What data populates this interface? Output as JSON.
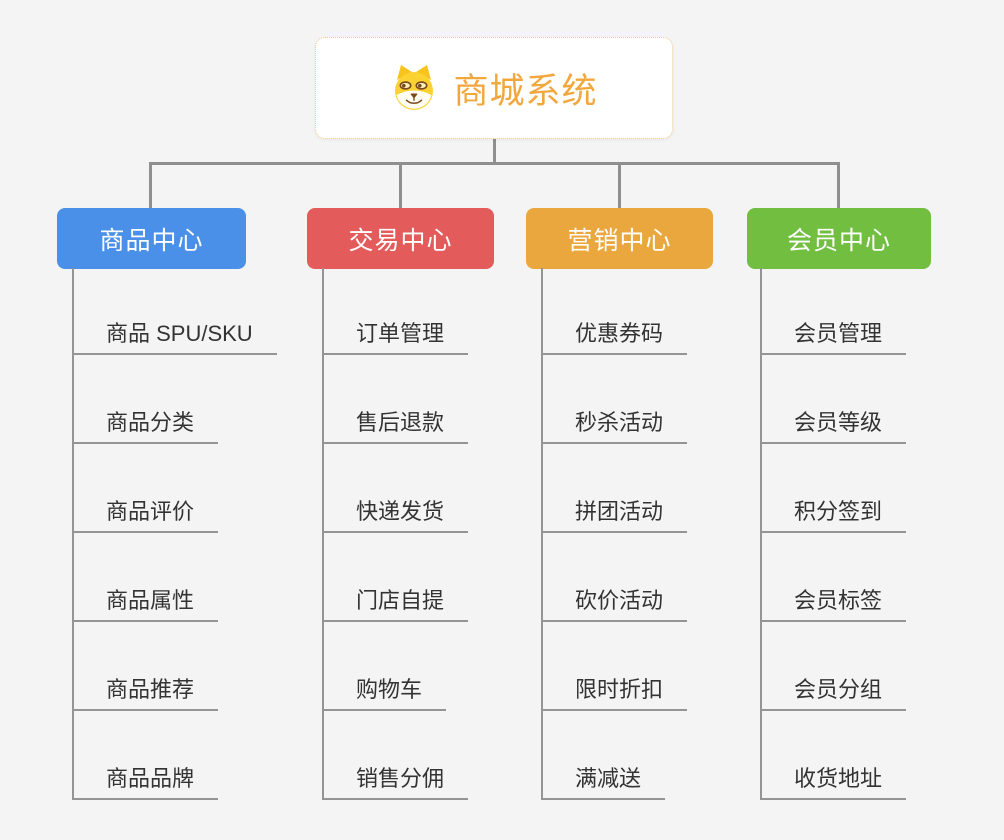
{
  "root": {
    "title": "商城系统",
    "icon": "doge-icon",
    "text_color": "#F2A73D",
    "border_color": "#F2C783"
  },
  "branches": [
    {
      "label": "商品中心",
      "color": "#4B90E8",
      "children": [
        "商品 SPU/SKU",
        "商品分类",
        "商品评价",
        "商品属性",
        "商品推荐",
        "商品品牌"
      ]
    },
    {
      "label": "交易中心",
      "color": "#E35B5B",
      "children": [
        "订单管理",
        "售后退款",
        "快递发货",
        "门店自提",
        "购物车",
        "销售分佣"
      ]
    },
    {
      "label": "营销中心",
      "color": "#EAA73E",
      "children": [
        "优惠券码",
        "秒杀活动",
        "拼团活动",
        "砍价活动",
        "限时折扣",
        "满减送"
      ]
    },
    {
      "label": "会员中心",
      "color": "#72BE41",
      "children": [
        "会员管理",
        "会员等级",
        "积分签到",
        "会员标签",
        "会员分组",
        "收货地址"
      ]
    }
  ],
  "colors": {
    "background": "#F4F4F4",
    "connector": "#8F8F8F"
  }
}
